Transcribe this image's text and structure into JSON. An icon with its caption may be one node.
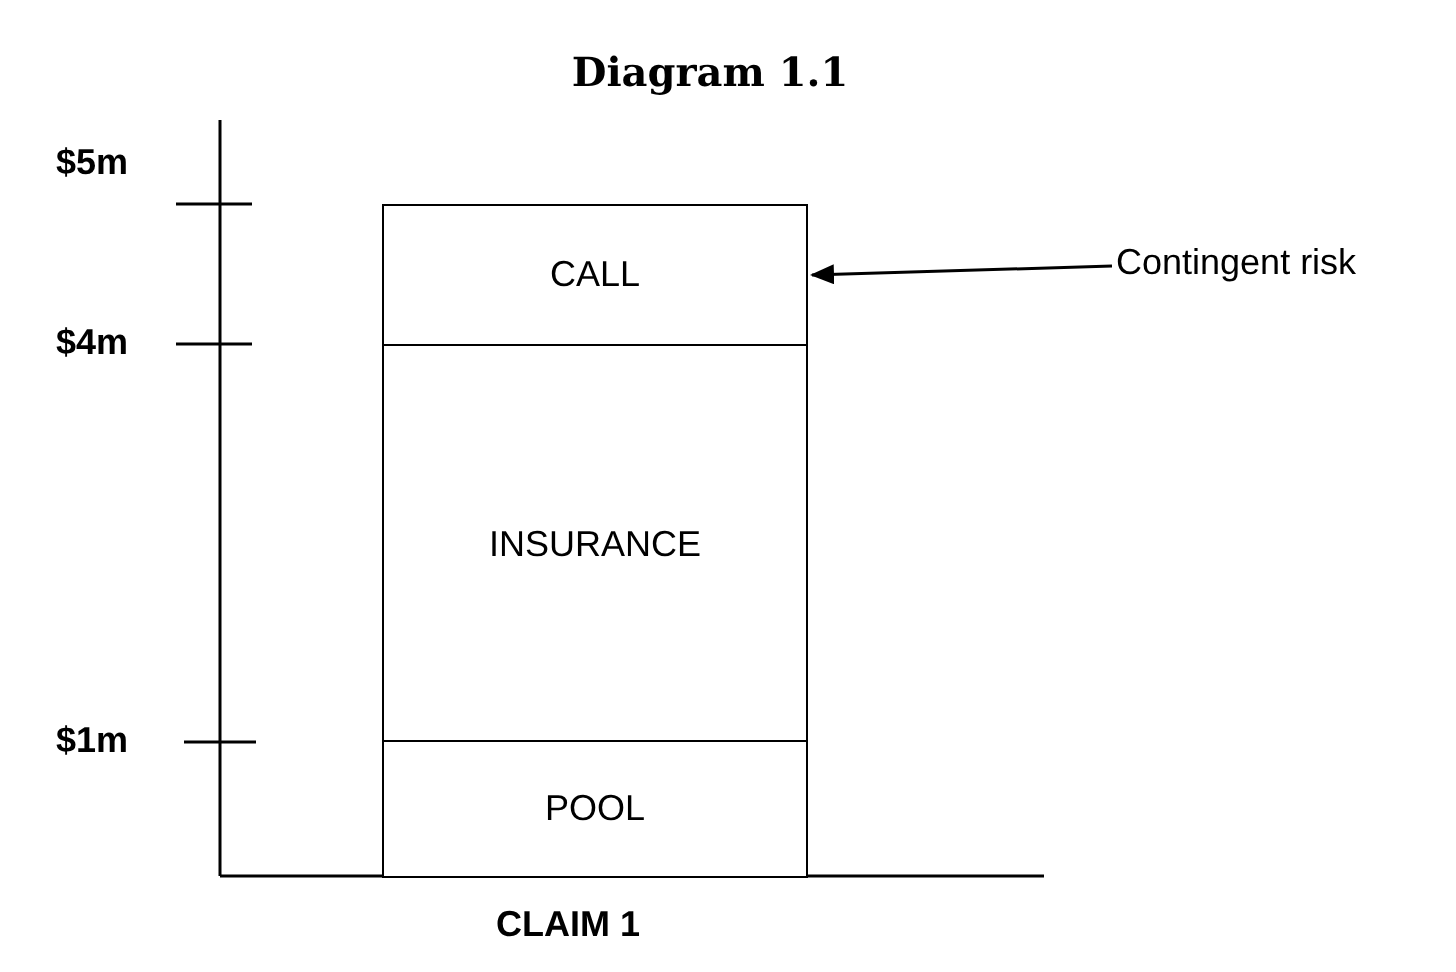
{
  "diagram": {
    "title": "Diagram 1.1",
    "nodes": [
      {
        "text": [
          "CALL"
        ]
      },
      {
        "text": [
          "INSURANCE"
        ]
      },
      {
        "text": [
          "POOL"
        ]
      },
      {
        "text": [
          "Contingent risk"
        ]
      }
    ],
    "edges": [
      {
        "from": 3,
        "to": 0,
        "arrow": "to"
      }
    ],
    "labels": [
      "$5m",
      "$4m",
      "$1m",
      "CLAIM 1"
    ]
  }
}
